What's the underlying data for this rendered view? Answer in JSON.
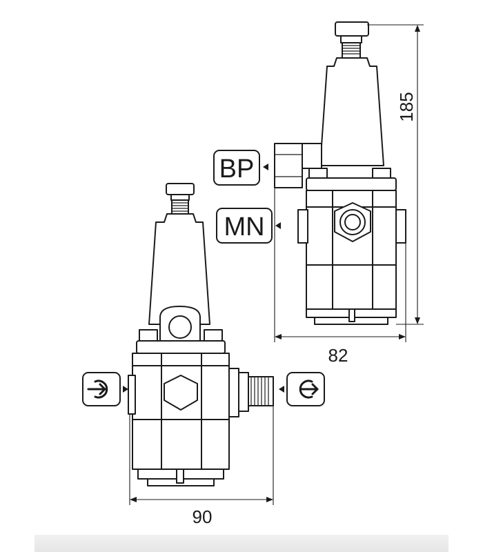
{
  "dimensions": {
    "height_label": "185",
    "width_upper_label": "82",
    "width_lower_label": "90"
  },
  "ports": {
    "bp_label": "BP",
    "mn_label": "MN",
    "inlet_icon": "inlet-arrow-icon",
    "outlet_icon": "outlet-arrow-icon"
  }
}
